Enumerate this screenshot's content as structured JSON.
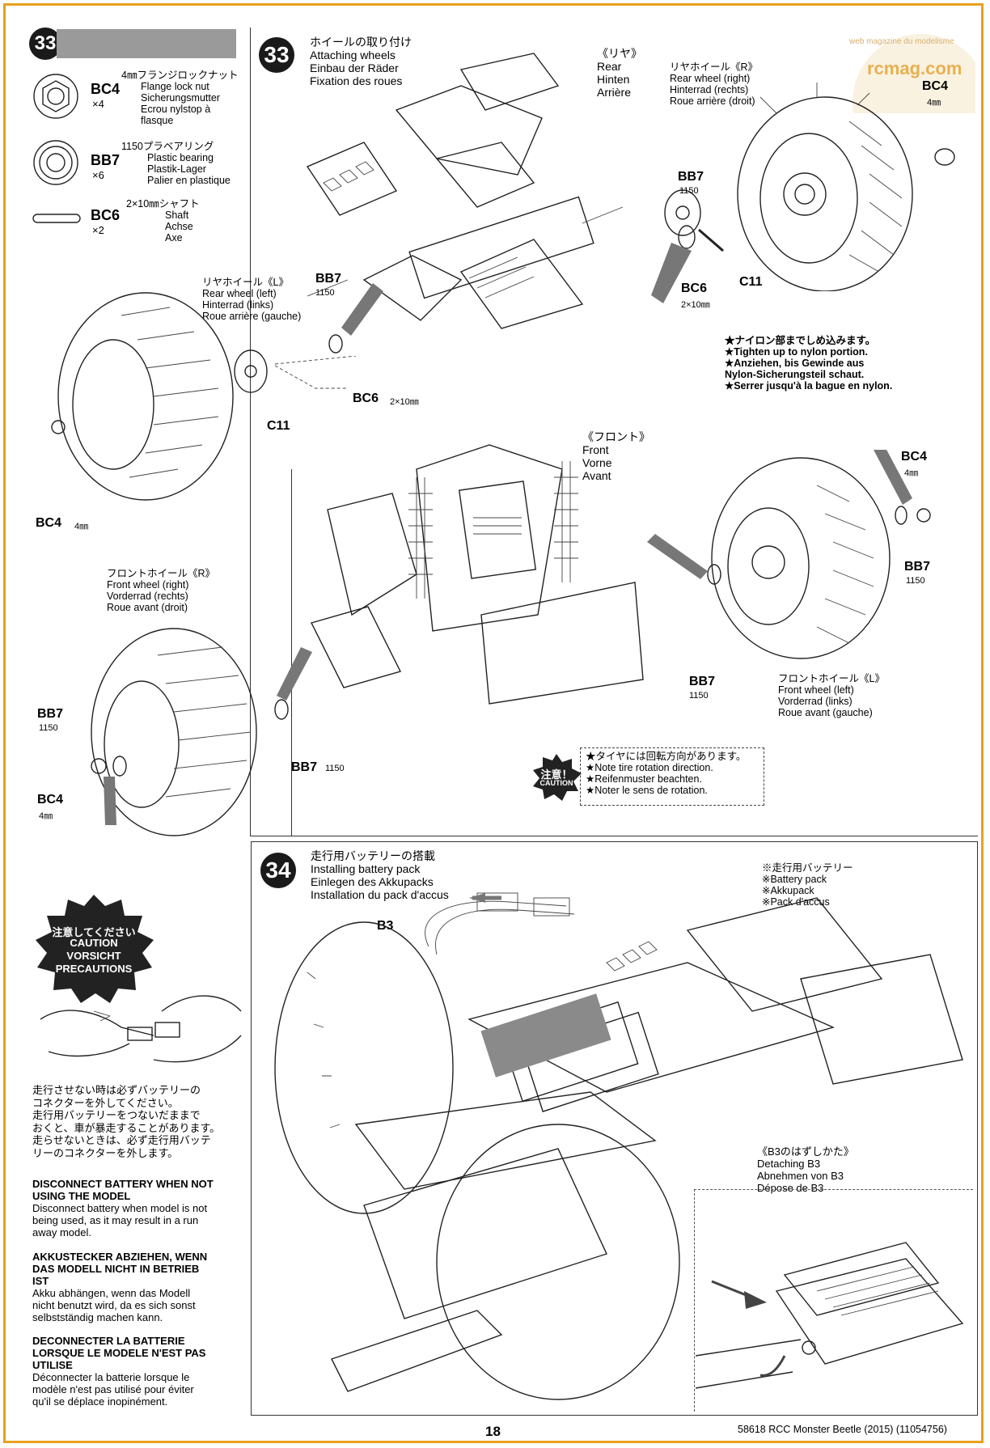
{
  "parts_list": {
    "step_number": "33",
    "items": [
      {
        "code": "BC4",
        "qty": "×4",
        "jp": "4㎜フランジロックナット",
        "names": [
          "Flange lock nut",
          "Sicherungsmutter",
          "Ecrou nylstop à",
          "flasque"
        ],
        "icon": "flange-lock-nut-icon"
      },
      {
        "code": "BB7",
        "qty": "×6",
        "jp": "1150プラベアリング",
        "names": [
          "Plastic bearing",
          "Plastik-Lager",
          "Palier en plastique"
        ],
        "icon": "plastic-bearing-icon"
      },
      {
        "code": "BC6",
        "qty": "×2",
        "jp": "2×10㎜シャフト",
        "names": [
          "Shaft",
          "Achse",
          "Axe"
        ],
        "icon": "shaft-icon"
      }
    ]
  },
  "step33": {
    "number": "33",
    "title_jp": "ホイールの取り付け",
    "titles": [
      "Attaching wheels",
      "Einbau der Räder",
      "Fixation des roues"
    ],
    "rear_label": [
      "《リヤ》",
      "Rear",
      "Hinten",
      "Arrière"
    ],
    "front_label": [
      "《フロント》",
      "Front",
      "Vorne",
      "Avant"
    ],
    "rear_right_wheel": [
      "リヤホイール《R》",
      "Rear wheel (right)",
      "Hinterrad (rechts)",
      "Roue arrière (droit)"
    ],
    "rear_left_wheel": [
      "リヤホイール《L》",
      "Rear wheel (left)",
      "Hinterrad (links)",
      "Roue arrière (gauche)"
    ],
    "front_right_wheel": [
      "フロントホイール《R》",
      "Front wheel (right)",
      "Vorderrad (rechts)",
      "Roue avant (droit)"
    ],
    "front_left_wheel": [
      "フロントホイール《L》",
      "Front wheel (left)",
      "Vorderrad (links)",
      "Roue avant (gauche)"
    ],
    "tighten_note": [
      "★ナイロン部までしめ込みます。",
      "★Tighten up to nylon portion.",
      "★Anziehen, bis Gewinde aus",
      "Nylon-Sicherungsteil schaut.",
      "★Serrer jusqu'à la bague en nylon."
    ],
    "caution_badge": [
      "注意！",
      "CAUTION"
    ],
    "caution_note": [
      "★タイヤには回転方向があります。",
      "★Note tire rotation direction.",
      "★Reifenmuster beachten.",
      "★Noter le sens de rotation."
    ],
    "labels": {
      "bc4": "BC4",
      "mm4": "4㎜",
      "bb7": "BB7",
      "n1150": "1150",
      "bc6": "BC6",
      "mm2x10": "2×10㎜",
      "c11": "C11",
      "bc4_4mm": "4㎜",
      "bb7_1150_inline": "1150"
    }
  },
  "step34": {
    "number": "34",
    "title_jp": "走行用バッテリーの搭載",
    "titles": [
      "Installing battery pack",
      "Einlegen des Akkupacks",
      "Installation du pack d'accus"
    ],
    "battery_label": [
      "※走行用バッテリー",
      "※Battery pack",
      "※Akkupack",
      "※Pack d'accus"
    ],
    "b3": "B3",
    "detach_label": [
      "《B3のはずしかた》",
      "Detaching B3",
      "Abnehmen von B3",
      "Dépose de B3"
    ]
  },
  "caution_panel": {
    "badge": [
      "注意してください",
      "CAUTION",
      "VORSICHT",
      "PRECAUTIONS"
    ],
    "jp_text": [
      "走行させない時は必ずバッテリーの",
      "コネクターを外してください。",
      "走行用バッテリーをつないだままで",
      "おくと、車が暴走することがあります。",
      "走らせないときは、必ず走行用バッテ",
      "リーのコネクターを外します。"
    ],
    "en_head": [
      "DISCONNECT BATTERY WHEN NOT",
      "USING THE MODEL"
    ],
    "en_body": [
      "Disconnect battery when model is not",
      "being used, as it may result in a run",
      "away model."
    ],
    "de_head": [
      "AKKUSTECKER ABZIEHEN, WENN",
      "DAS MODELL NICHT IN BETRIEB",
      "IST"
    ],
    "de_body": [
      "Akku abhängen, wenn das Modell",
      "nicht benutzt wird, da es sich sonst",
      "selbstständig machen kann."
    ],
    "fr_head": [
      "DECONNECTER LA BATTERIE",
      "LORSQUE LE MODELE N'EST PAS",
      "UTILISE"
    ],
    "fr_body": [
      "Déconnecter la batterie lorsque le",
      "modèle n'est pas utilisé pour éviter",
      "qu'il se déplace inopinément."
    ]
  },
  "watermark": {
    "text": "rcmag.com",
    "arc": "web magazine du modelisme"
  },
  "footer": {
    "page": "18",
    "model": "58618 RCC Monster Beetle (2015) (11054756)"
  }
}
